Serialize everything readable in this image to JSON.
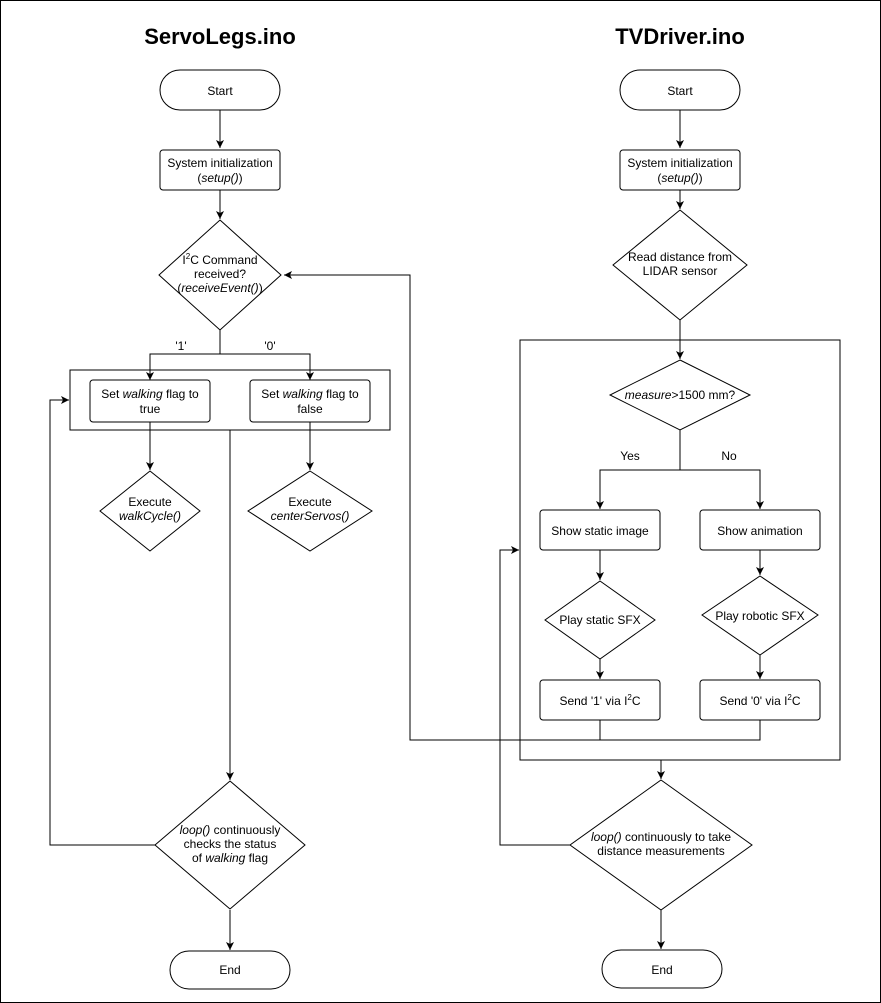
{
  "servo": {
    "title": "ServoLegs.ino",
    "start": "Start",
    "init_line1": "System initialization",
    "init_func": "setup()",
    "i2c_line1_pre": "I",
    "i2c_line1_sup": "2",
    "i2c_line1_post": "C Command",
    "i2c_line2": "received?",
    "i2c_func": "receiveEvent()",
    "label_one": "'1'",
    "label_zero": "'0'",
    "set_true_pre": "Set ",
    "set_true_var": "walking",
    "set_true_post": " flag to",
    "set_true_line2": "true",
    "set_false_pre": "Set ",
    "set_false_var": "walking",
    "set_false_post": " flag to",
    "set_false_line2": "false",
    "exec_walk_line1": "Execute",
    "exec_walk_func": "walkCycle()",
    "exec_center_line1": "Execute",
    "exec_center_func": "centerServos()",
    "loop_func": "loop()",
    "loop_line1_post": " continuously",
    "loop_line2": "checks the status",
    "loop_line3_pre": "of ",
    "loop_line3_var": "walking",
    "loop_line3_post": " flag",
    "end": "End"
  },
  "tv": {
    "title": "TVDriver.ino",
    "start": "Start",
    "init_line1": "System initialization",
    "init_func": "setup()",
    "read_line1": "Read distance from",
    "read_line2": "LIDAR sensor",
    "measure_var": "measure",
    "measure_post": ">1500 mm?",
    "label_yes": "Yes",
    "label_no": "No",
    "static_image": "Show static image",
    "animation": "Show animation",
    "static_sfx": "Play static SFX",
    "robotic_sfx": "Play robotic SFX",
    "send_one_pre": "Send '1' via I",
    "send_one_sup": "2",
    "send_one_post": "C",
    "send_zero_pre": "Send '0' via I",
    "send_zero_sup": "2",
    "send_zero_post": "C",
    "loop_func": "loop()",
    "loop_line1_post": " continuously to take",
    "loop_line2": "distance measurements",
    "end": "End"
  }
}
